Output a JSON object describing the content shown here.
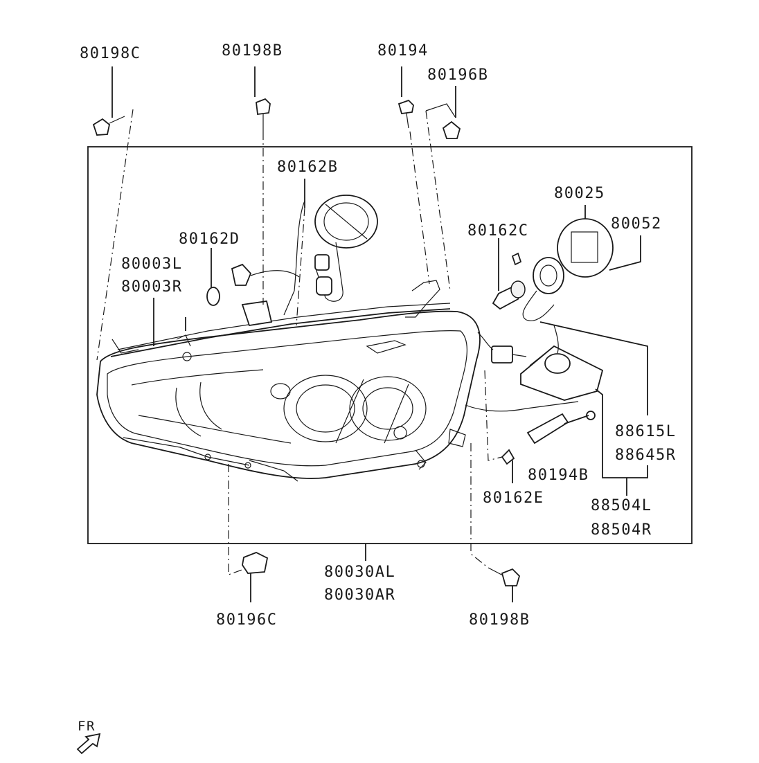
{
  "labels": {
    "p80198C": "80198C",
    "p80198B_top": "80198B",
    "p80194": "80194",
    "p80196B": "80196B",
    "p80162B": "80162B",
    "p80025": "80025",
    "p80052": "80052",
    "p80162D": "80162D",
    "p80162C": "80162C",
    "p80003L": "80003L",
    "p80003R": "80003R",
    "p88615L": "88615L",
    "p88645R": "88645R",
    "p80194B": "80194B",
    "p80162E": "80162E",
    "p88504L": "88504L",
    "p88504R": "88504R",
    "p80030AL": "80030AL",
    "p80030AR": "80030AR",
    "p80196C": "80196C",
    "p80198B_bottom": "80198B",
    "fr": "FR"
  }
}
